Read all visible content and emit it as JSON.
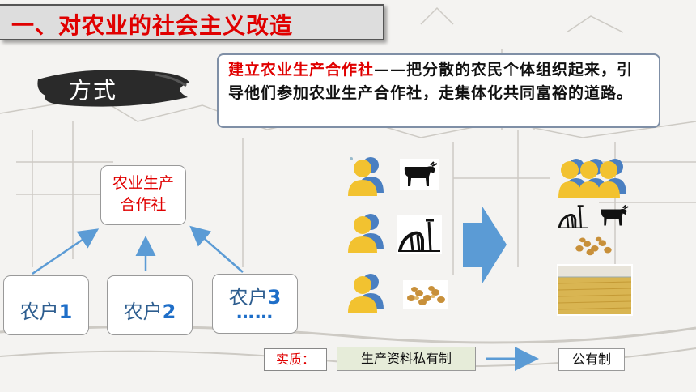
{
  "title": "一、对农业的社会主义改造",
  "method_label": "方式",
  "definition": {
    "highlight": "建立农业生产合作社",
    "text": "——把分散的农民个体组织起来，引导他们参加农业生产合作社，走集体化共同富裕的道路。"
  },
  "cooperative": {
    "line1": "农业生产",
    "line2": "合作社"
  },
  "households": [
    {
      "label": "农户",
      "number": "1"
    },
    {
      "label": "农户",
      "number": "2"
    },
    {
      "label": "农户",
      "number": "3",
      "extra": "……"
    }
  ],
  "essence_label": "实质：",
  "private_label": "生产资料私有制",
  "public_label": "公有制",
  "colors": {
    "accent_red": "#e00000",
    "arrow_blue": "#5b9bd5",
    "person_yellow": "#f2c230"
  },
  "icons": [
    "person-icon",
    "cow-icon",
    "farm-tool-icon",
    "grain-icon",
    "field-image"
  ]
}
